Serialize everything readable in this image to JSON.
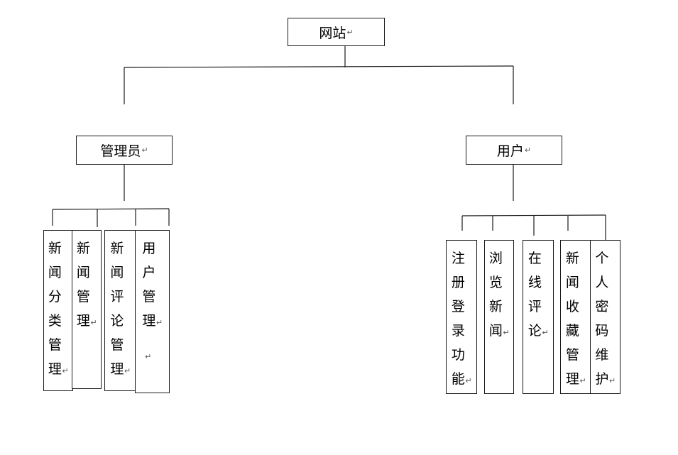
{
  "root": {
    "label": "网站"
  },
  "branches": [
    {
      "label": "管理员",
      "children": [
        "新闻分类管理",
        "新闻管理",
        "新闻评论管理",
        "用户管理"
      ]
    },
    {
      "label": "用户",
      "children": [
        "注册登录功能",
        "浏览新闻",
        "在线评论",
        "新闻收藏管理",
        "个人密码维护"
      ]
    }
  ],
  "return_mark": "↵"
}
